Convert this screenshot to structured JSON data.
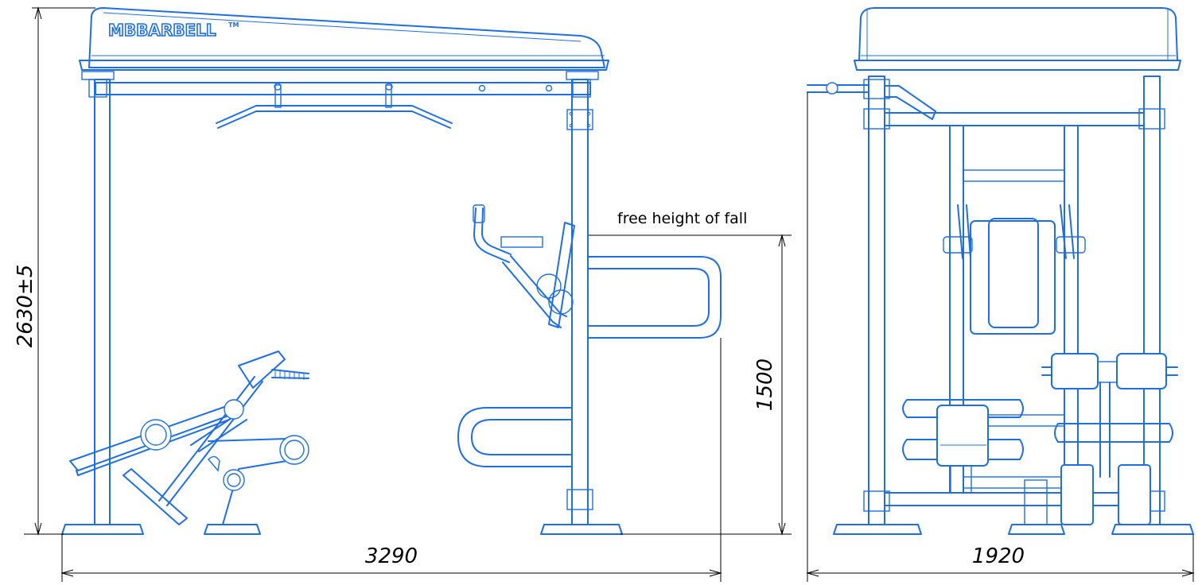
{
  "logo": {
    "brand": "MBBARBELL",
    "trademark": "TM"
  },
  "dimensions": {
    "height": "2630±5",
    "width_side": "3290",
    "width_front": "1920",
    "fall_height": "1500"
  },
  "notes": {
    "free_height": "free height of fall"
  },
  "colors": {
    "line": "#1f6fe0",
    "dimension": "#000000",
    "background": "#ffffff"
  }
}
